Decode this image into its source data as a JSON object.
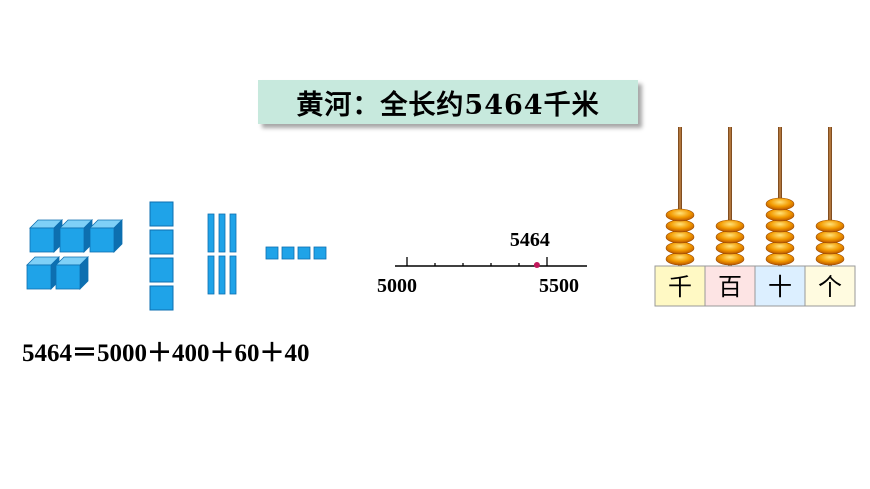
{
  "title": "黄河：全长约5464千米",
  "number_line": {
    "marker_label": "5464",
    "start_label": "5000",
    "end_label": "5500",
    "start_value": 5000,
    "end_value": 5500,
    "tick_step": 100,
    "marker_value": 5464,
    "marker_color": "#c2185b"
  },
  "equation": "5464＝5000＋400＋60＋40",
  "blocks": {
    "thousand_cubes": 5,
    "hundred_flats": 4,
    "ten_rods": 6,
    "unit_cubes": 4,
    "color": "#1fa3e8"
  },
  "abacus": {
    "rods": [
      {
        "label": "千",
        "beads": 5,
        "label_bg": "#fff9c4"
      },
      {
        "label": "百",
        "beads": 4,
        "label_bg": "#fde4e4"
      },
      {
        "label": "十",
        "beads": 6,
        "label_bg": "#dcefff"
      },
      {
        "label": "个",
        "beads": 4,
        "label_bg": "#fffbe0"
      }
    ],
    "bead_color": "#f08a00"
  }
}
